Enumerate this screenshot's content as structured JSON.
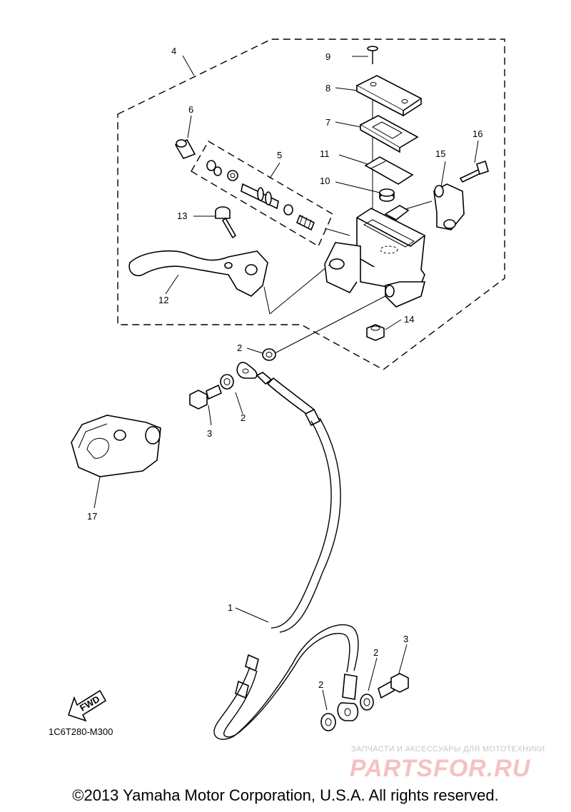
{
  "callouts": {
    "c1": "1",
    "c2a": "2",
    "c2b": "2",
    "c2c": "2",
    "c2d": "2",
    "c3a": "3",
    "c3b": "3",
    "c4": "4",
    "c5": "5",
    "c6": "6",
    "c7": "7",
    "c8": "8",
    "c9": "9",
    "c10": "10",
    "c11": "11",
    "c12": "12",
    "c13": "13",
    "c14": "14",
    "c15": "15",
    "c16": "16",
    "c17": "17"
  },
  "fwd_label": "FWD",
  "diagram_code": "1C6T280-M300",
  "watermark": {
    "tagline": "ЗАПЧАСТИ И АКСЕССУАРЫ ДЛЯ МОТОТЕХНИКИ",
    "logo": "PARTSFOR.RU"
  },
  "copyright": "©2013 Yamaha Motor Corporation, U.S.A. All rights reserved."
}
